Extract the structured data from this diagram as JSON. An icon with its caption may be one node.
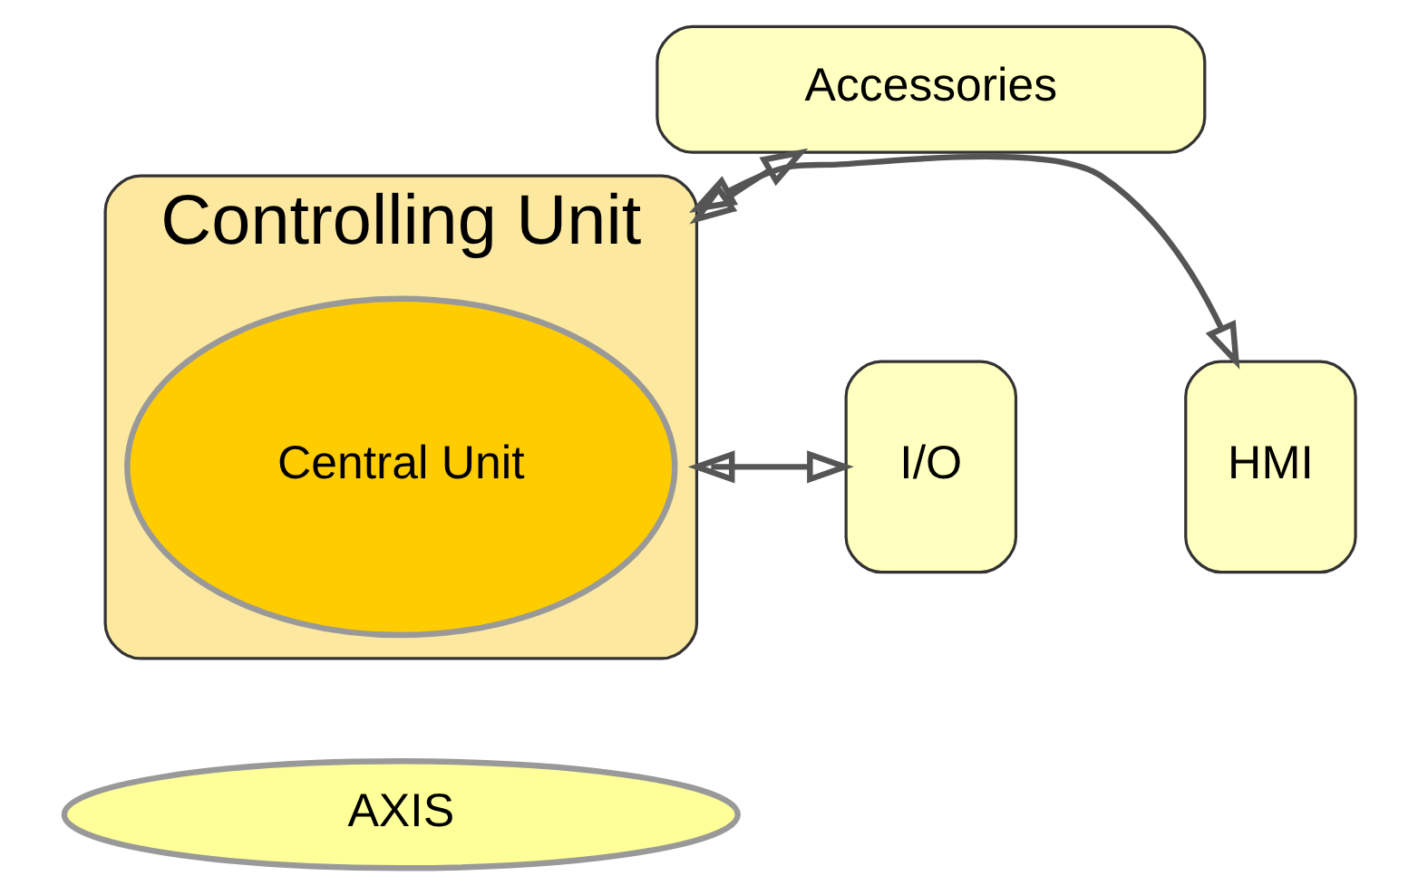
{
  "diagram": {
    "nodes": [
      {
        "text": [
          "Accessories"
        ]
      },
      {
        "text": [
          "Controlling Unit"
        ]
      },
      {
        "text": [
          "Central Unit"
        ],
        "in": 1
      },
      {
        "text": [
          "AXIS"
        ]
      },
      {
        "text": [
          "I/O"
        ]
      },
      {
        "text": [
          "HMI"
        ]
      }
    ],
    "edges": [
      {
        "from": 0,
        "to": 1,
        "arrow": "both"
      },
      {
        "from": 4,
        "to": 1,
        "arrow": "both"
      },
      {
        "from": 1,
        "to": 5,
        "arrow": "both"
      }
    ]
  }
}
